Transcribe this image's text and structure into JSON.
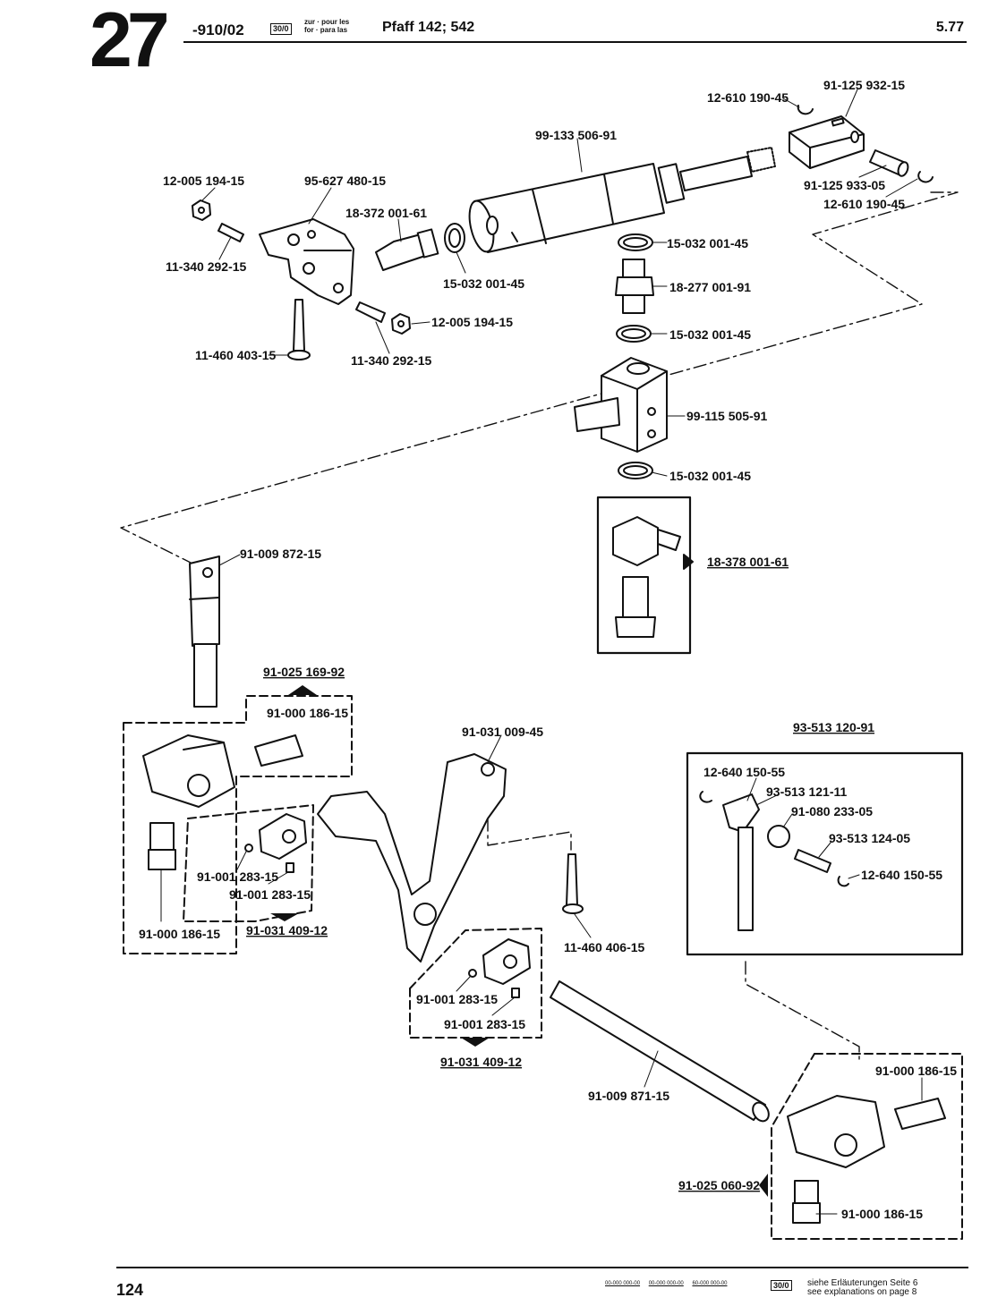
{
  "header": {
    "group_number": "27",
    "code": "-910/02",
    "box_label": "30/0",
    "for_lines": [
      "zur · pour les",
      "for · para las"
    ],
    "model": "Pfaff 142; 542",
    "date": "5.77"
  },
  "footer": {
    "page_number": "124",
    "codes": [
      "00-000 000-00",
      "00-000 000-00",
      "60-000 000-00"
    ],
    "box_label": "30/0",
    "note_lines": [
      "siehe Erläuterungen Seite 6",
      "see explanations on page 8"
    ]
  },
  "parts": {
    "p01": "12-610 190-45",
    "p02": "91-125 932-15",
    "p03": "99-133 506-91",
    "p04": "12-005 194-15",
    "p05": "95-627 480-15",
    "p06": "18-372 001-61",
    "p07": "91-125 933-05",
    "p08": "12-610 190-45",
    "p09": "11-340 292-15",
    "p10": "15-032 001-45",
    "p11": "15-032 001-45",
    "p12": "18-277 001-91",
    "p13": "12-005 194-15",
    "p14": "15-032 001-45",
    "p15": "11-460 403-15",
    "p16": "11-340 292-15",
    "p17": "99-115 505-91",
    "p18": "15-032 001-45",
    "p19": "18-378 001-61",
    "p20": "91-009 872-15",
    "p21": "91-025 169-92",
    "p22": "91-000 186-15",
    "p23": "91-031 009-45",
    "p24": "93-513 120-91",
    "p25": "12-640 150-55",
    "p26": "93-513 121-11",
    "p27": "91-080 233-05",
    "p28": "93-513 124-05",
    "p29": "12-640 150-55",
    "p30": "91-001 283-15",
    "p31": "91-001 283-15",
    "p32": "91-000 186-15",
    "p33": "91-031 409-12",
    "p34": "11-460 406-15",
    "p35": "91-001 283-15",
    "p36": "91-001 283-15",
    "p37": "91-031 409-12",
    "p38": "91-009 871-15",
    "p39": "91-000 186-15",
    "p40": "91-025 060-92",
    "p41": "91-000 186-15"
  }
}
